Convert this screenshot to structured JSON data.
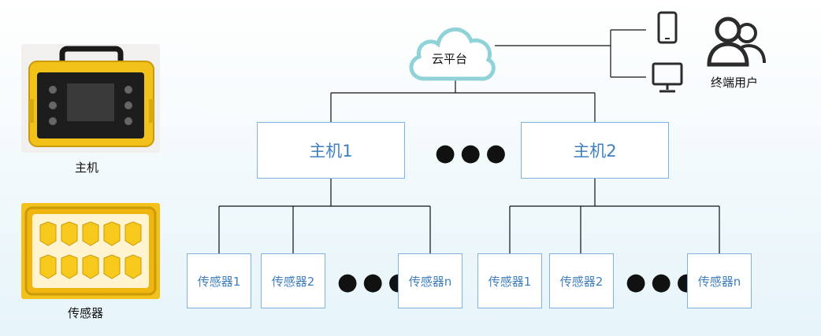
{
  "photos": {
    "host_caption": "主机",
    "sensor_caption": "传感器"
  },
  "cloud": {
    "label": "云平台"
  },
  "terminal": {
    "label": "终端用户",
    "icons": [
      "phone-icon",
      "monitor-icon",
      "users-icon"
    ]
  },
  "hosts": [
    {
      "label": "主机1"
    },
    {
      "label": "主机2"
    }
  ],
  "ellipsis": "●●●",
  "sensors_group_1": [
    {
      "label": "传感器1"
    },
    {
      "label": "传感器2"
    },
    {
      "label": "传感器n"
    }
  ],
  "sensors_group_2": [
    {
      "label": "传感器1"
    },
    {
      "label": "传感器2"
    },
    {
      "label": "传感器n"
    }
  ],
  "colors": {
    "box_border": "#7fb2e0",
    "box_text": "#3f7fc0",
    "cloud_stroke": "#8fd3d8",
    "photo_yellow": "#f2c21b"
  }
}
